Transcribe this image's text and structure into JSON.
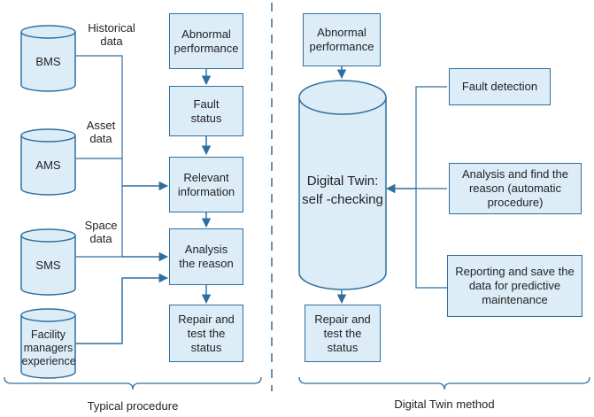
{
  "typical": {
    "stores": {
      "bms": "BMS",
      "ams": "AMS",
      "sms": "SMS",
      "facility": "Facility managers experience"
    },
    "data_labels": {
      "historical": "Historical data",
      "asset": "Asset data",
      "space": "Space data"
    },
    "steps": {
      "abnormal": "Abnormal performance",
      "fault_status": "Fault status",
      "relevant": "Relevant information",
      "analysis": "Analysis the reason",
      "repair": "Repair and test the status"
    },
    "caption": "Typical procedure"
  },
  "digital_twin": {
    "abnormal": "Abnormal performance",
    "core": "Digital Twin: self -checking",
    "repair": "Repair and test the status",
    "fault_detection": "Fault detection",
    "analysis_auto": "Analysis and find the reason (automatic procedure)",
    "reporting": "Reporting and save the data for predictive maintenance",
    "caption": "Digital Twin method"
  },
  "colors": {
    "box_fill": "#dcedf7",
    "border": "#2f6fa0",
    "divider": "#2f6fa0"
  }
}
